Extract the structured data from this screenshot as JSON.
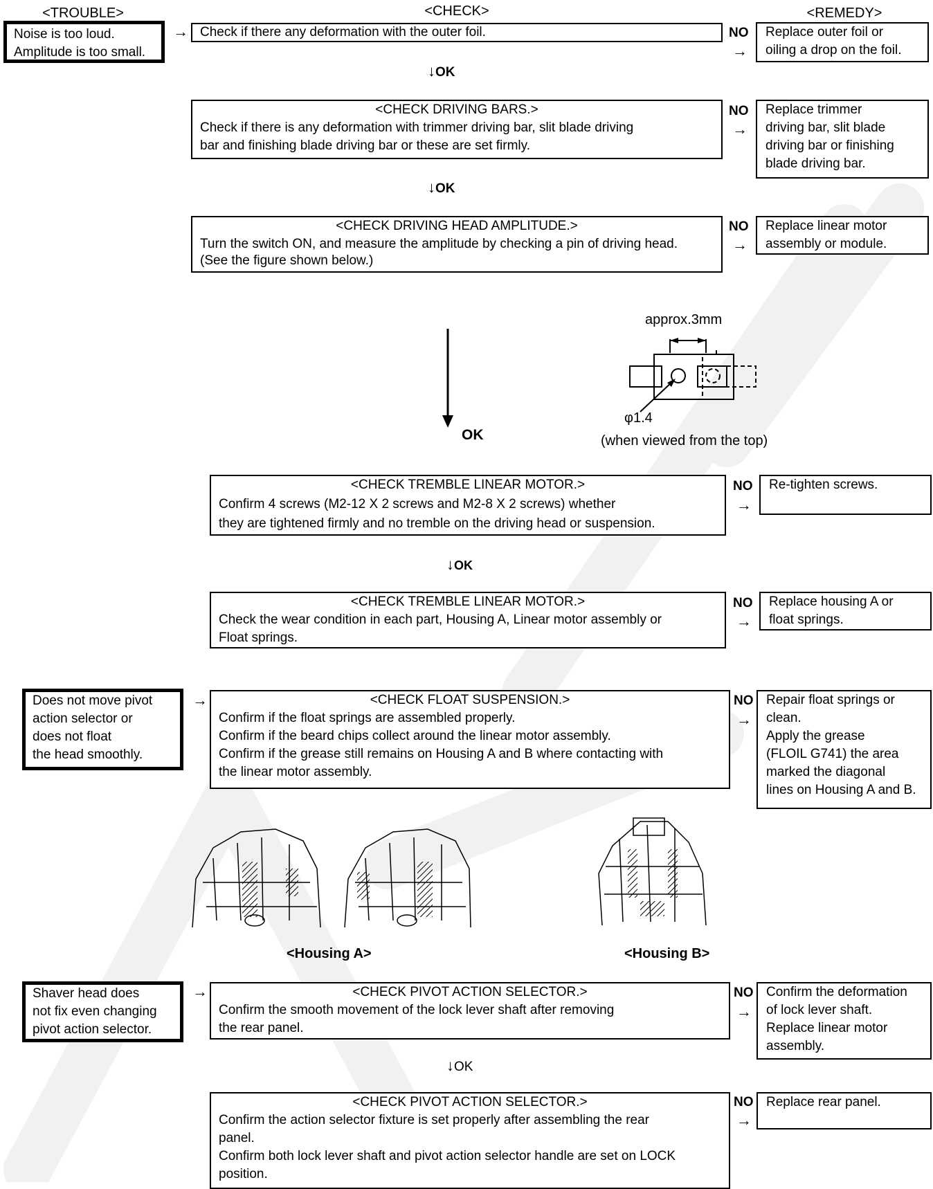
{
  "headers": {
    "trouble": "<TROUBLE>",
    "check": "<CHECK>",
    "remedy": "<REMEDY>"
  },
  "symbols": {
    "arrow_right": "→",
    "arrow_down": "↓",
    "no": "NO",
    "ok": "OK"
  },
  "troubles": {
    "t1": [
      "Noise is too loud.",
      "Amplitude is too small."
    ],
    "t2": [
      "Does not move pivot",
      "action selector or",
      "does not float",
      "the head smoothly."
    ],
    "t3": [
      "Shaver head does",
      "not fix even changing",
      "pivot action selector."
    ]
  },
  "checks": {
    "c1": [
      "Check if there any deformation with the outer foil."
    ],
    "c2": [
      "<CHECK DRIVING BARS.>",
      "Check if there is any deformation with trimmer driving bar, slit blade driving",
      "bar and finishing blade driving bar or these are set firmly."
    ],
    "c3": [
      "<CHECK DRIVING HEAD AMPLITUDE.>",
      "Turn the switch ON, and measure the amplitude by checking a pin of driving head.",
      "(See the figure shown below.)"
    ],
    "c4": [
      "<CHECK TREMBLE LINEAR MOTOR.>",
      "Confirm 4 screws (M2-12 X 2 screws and M2-8 X 2 screws) whether",
      "they are tightened firmly and no tremble on the driving head or suspension."
    ],
    "c5": [
      "<CHECK TREMBLE LINEAR MOTOR.>",
      "Check the wear condition in each part, Housing A, Linear motor assembly or",
      "Float springs."
    ],
    "c6": [
      "<CHECK FLOAT SUSPENSION.>",
      "Confirm if the float springs are assembled properly.",
      "Confirm if the beard chips collect around the linear motor assembly.",
      "Confirm if the grease still remains on Housing A and B where contacting with",
      "the linear motor assembly."
    ],
    "c7": [
      "<CHECK PIVOT ACTION SELECTOR.>",
      "Confirm the smooth movement of the lock lever shaft after removing",
      "the rear panel."
    ],
    "c8": [
      "<CHECK PIVOT ACTION SELECTOR.>",
      "Confirm the action selector fixture is set properly after assembling the rear",
      "panel.",
      "Confirm both lock lever shaft and pivot action selector handle are set on LOCK",
      "position."
    ]
  },
  "remedies": {
    "r1": [
      "Replace outer foil or",
      "oiling a drop on the foil."
    ],
    "r2": [
      "Replace trimmer",
      "driving bar, slit blade",
      "driving bar or finishing",
      "blade driving bar."
    ],
    "r3": [
      "Replace linear motor",
      "assembly or module."
    ],
    "r4": [
      "Re-tighten screws."
    ],
    "r5": [
      "Replace housing A or",
      "float springs."
    ],
    "r6": [
      "Repair float springs or",
      "clean.",
      "Apply the grease",
      "(FLOIL G741) the area",
      "marked the diagonal",
      "lines on Housing A and B."
    ],
    "r7": [
      "Confirm the deformation",
      "of lock lever shaft.",
      "Replace linear motor",
      "assembly."
    ],
    "r8": [
      "Replace rear panel."
    ]
  },
  "figure": {
    "approx": "approx.3mm",
    "diameter": "φ1.4",
    "note": "(when viewed from the top)"
  },
  "captions": {
    "housing_a": "<Housing A>",
    "housing_b": "<Housing B>"
  }
}
